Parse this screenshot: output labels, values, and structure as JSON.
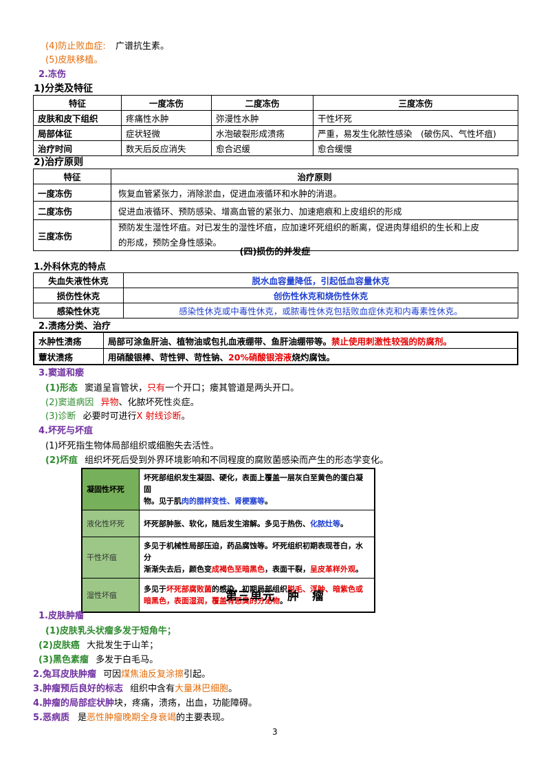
{
  "top": {
    "l1_label": "(4)防止败血症:",
    "l1_text": "广谱抗生素。",
    "l2_label": "(5)皮肤移植。"
  },
  "frostbite": {
    "heading": "2.冻伤",
    "sub1": "1)分类及特征",
    "table1": {
      "headers": [
        "特征",
        "一度冻伤",
        "二度冻伤",
        "三度冻伤"
      ],
      "rows": [
        [
          "皮肤和皮下组织",
          "疼痛性水肿",
          "弥漫性水肿",
          "干性坏死"
        ],
        [
          "局部体征",
          "症状轻微",
          "水泡破裂形成溃疡",
          "严重，易发生化脓性感染　(破伤风、气性坏疽)"
        ],
        [
          "治疗时间",
          "数天后反应消失",
          "愈合迟缓",
          "愈合缓慢"
        ]
      ]
    },
    "sub2": "2)治疗原则",
    "table2": {
      "headers": [
        "特征",
        "治疗原则"
      ],
      "rows": [
        [
          "一度冻伤",
          "恢复血管紧张力，消除淤血，促进血液循环和水肿的消退。"
        ],
        [
          "二度冻伤",
          "促进血液循环、预防感染、增高血管的紧张力、加速疤痕和上皮组织的形成"
        ],
        [
          "三度冻伤",
          "预防发生湿性坏疽。对已发生的湿性坏疽，应加速坏死组织的断离，促进肉芽组织的生长和上皮",
          "的形成，预防全身性感染。"
        ]
      ]
    }
  },
  "complications": {
    "title": "(四)损伤的并发症",
    "shock_heading": "1.外科休克的特点",
    "shock_rows": [
      [
        "失血失液性休克",
        "脱水血容量降低，引起低血容量休克"
      ],
      [
        "损伤性休克",
        "创伤性休克和烧伤性休克"
      ],
      [
        "感染性休克",
        "感染性休克或中毒性休克，或脓毒性休克包括败血症休克和内毒素性休克。"
      ]
    ],
    "ulcer_heading": "2.溃疡分类、治疗",
    "ulcer_rows": [
      {
        "name": "水肿性溃疡",
        "text": "局部可涂鱼肝油、植物油或包扎血液绷带、鱼肝油绷带等。",
        "red": "禁止使用刺激性较强的防腐剂。"
      },
      {
        "name": "蕈状溃疡",
        "text1": "用硝酸银棒、苛性钾、苛性钠、",
        "red": "20%硝酸银溶液",
        "text2": "烧灼腐蚀。"
      }
    ]
  },
  "sinus": {
    "heading": "3.窦道和瘘",
    "i1_label": "(1)形态",
    "i1_a": "窦道呈盲管状，",
    "i1_red": "只有",
    "i1_b": "一个开口；瘘其管道是两头开口。",
    "i2_label": "(2)窦道病因",
    "i2_red": "异物",
    "i2_b": "、化脓坏死性炎症。",
    "i3_label": "(3)诊断",
    "i3_a": "必要时可进行",
    "i3_red": "X 射线诊断",
    "i3_b": "。"
  },
  "necrosis": {
    "heading": "4.坏死与坏疽",
    "i1": "(1)坏死指生物体局部组织或细胞失去活性。",
    "i2_label": "(2)坏疽",
    "i2_text": "组织坏死后受到外界环境影响和不同程度的腐败菌感染而产生的形态学变化。",
    "table": [
      {
        "name": "凝固性坏死",
        "t1": "坏死部组织发生凝固、硬化，表面上覆盖一层灰白至黄色的蛋白凝固",
        "t2": "物。见于肌",
        "t2_blue": "肉的腊样变性、肾梗塞等",
        "t2_end": "。"
      },
      {
        "name": "液化性坏死",
        "t1": "坏死部肿胀、软化，随后发生溶解。多见于热伤、",
        "t1_blue": "化脓灶等",
        "t1_end": "。"
      },
      {
        "name": "干性坏疽",
        "t1": "多见于机械性局部压迫，药品腐蚀等。坏死组织初期表现苍白，水分",
        "t2": "渐渐失去后，颜色变",
        "t2_red": "成褐色至暗黑色",
        "t2_mid": "，表面干裂，",
        "t2_red2": "呈皮革样外观",
        "t2_end": "。"
      },
      {
        "name": "湿性坏疽",
        "t1a": "多见于",
        "t1_red": "坏死部腐败菌",
        "t1b": "的感染。初期局部组织",
        "t1_red2": "脱毛、浮肿、暗紫色或",
        "t2_red": "暗黑色，表面湿润，覆盖有恶臭的分泌物",
        "t2_end": "。"
      }
    ]
  },
  "unit3": {
    "title": "第三单元　肿　瘤",
    "h1": "1.皮肤肿瘤",
    "s1": "(1)皮肤乳头状瘤多发于短角牛；",
    "s2_label": "(2)皮肤癌",
    "s2_text": "大批发生于山羊；",
    "s3_label": "(3)黑色素瘤",
    "s3_text": "多发于白毛马。",
    "h2": "2.兔耳皮肤肿瘤",
    "h2_a": "可因",
    "h2_orange": "煤焦油反复涂擦",
    "h2_b": "引起。",
    "h3": "3.肿瘤预后良好的标志",
    "h3_a": "组织中含有",
    "h3_orange": "大量淋巴细胞",
    "h3_b": "。",
    "h4": "4.肿瘤的局部症状肿",
    "h4_a": "块，疼痛，溃疡，出血，功能障碍。",
    "h5": "5.恶病质",
    "h5_a": "是",
    "h5_orange": "恶性肿瘤晚期全身衰竭",
    "h5_b": "的主要表现。"
  },
  "page_number": "3"
}
